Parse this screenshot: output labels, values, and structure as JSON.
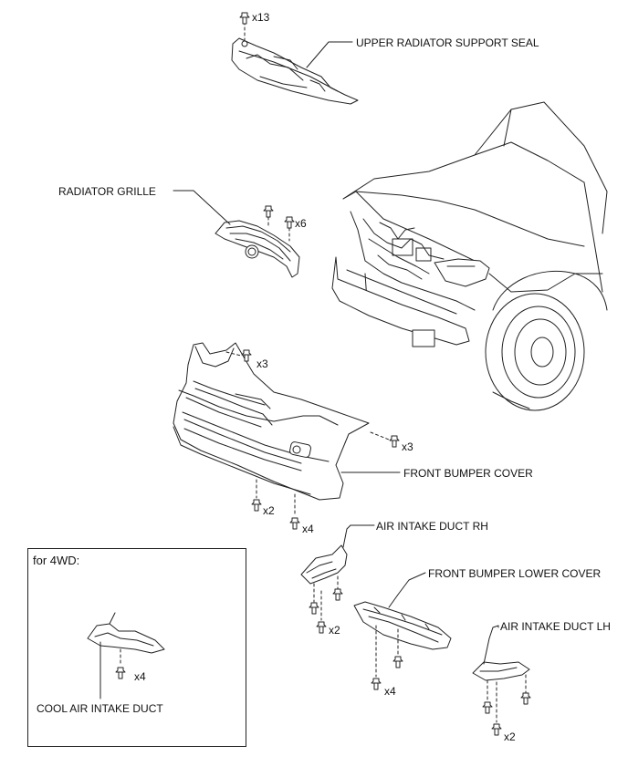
{
  "labels": {
    "upper_radiator_support_seal": "UPPER RADIATOR SUPPORT SEAL",
    "radiator_grille": "RADIATOR GRILLE",
    "front_bumper_cover": "FRONT BUMPER COVER",
    "air_intake_duct_rh": "AIR INTAKE DUCT RH",
    "front_bumper_lower_cover": "FRONT BUMPER LOWER COVER",
    "air_intake_duct_lh": "AIR INTAKE DUCT LH",
    "cool_air_intake_duct": "COOL AIR INTAKE DUCT"
  },
  "inset": {
    "title": "for 4WD:"
  },
  "quantities": {
    "seal_clips": "x13",
    "grille_clips": "x6",
    "bumper_upper_screws": "x3",
    "bumper_side_screws": "x3",
    "bumper_bottom_left": "x2",
    "bumper_bottom_right": "x4",
    "rh_duct_clips": "x2",
    "lower_cover_clips": "x4",
    "lh_duct_clips": "x2",
    "cool_duct_clips": "x4"
  }
}
